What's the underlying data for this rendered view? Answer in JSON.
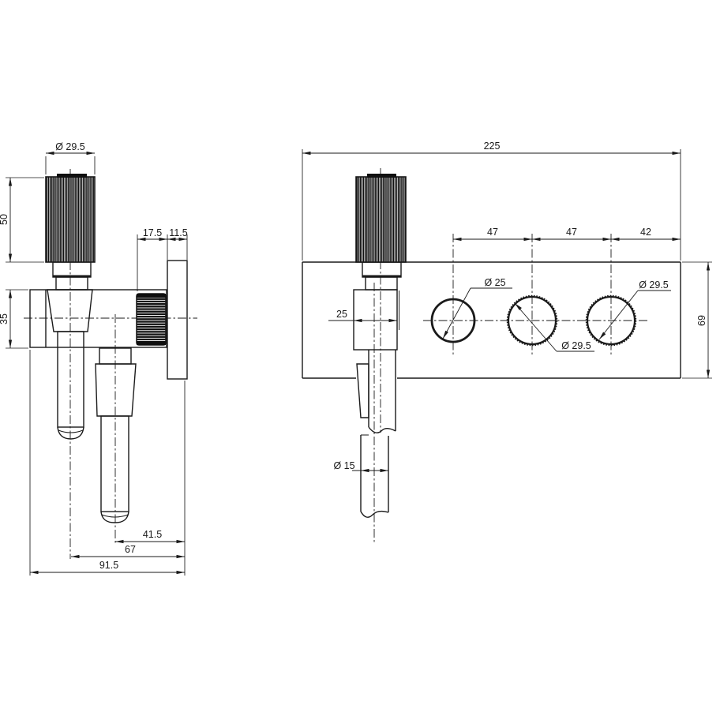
{
  "colors": {
    "line": "#1a1a1a",
    "background": "#ffffff"
  },
  "side_view": {
    "dimensions": {
      "knob_diameter": "Ø 29.5",
      "knob_height": "50",
      "body_height": "35",
      "knob_to_plate": "17.5",
      "plate_depth": "11.5",
      "spout_to_wall": "41.5",
      "handle_to_wall": "67",
      "total_depth": "91.5"
    }
  },
  "front_view": {
    "dimensions": {
      "plate_width": "225",
      "hole_spacing_1": "47",
      "hole_spacing_2": "47",
      "hole_edge_spacing": "42",
      "cartridge_width": "25",
      "hole1_diameter": "Ø 25",
      "hole2_diameter": "Ø 29.5",
      "hole3_diameter": "Ø 29.5",
      "plate_height": "69",
      "pipe_diameter": "Ø 15"
    }
  }
}
